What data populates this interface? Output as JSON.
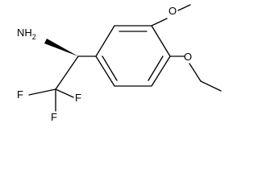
{
  "labels": {
    "amine": "NH",
    "amine_sub": "2",
    "oxygen_top": "O",
    "oxygen_right": "O",
    "fluorine_1": "F",
    "fluorine_2": "F",
    "fluorine_3": "F"
  },
  "colors": {
    "bond": "#000000",
    "text": "#000000",
    "background": "#ffffff"
  }
}
